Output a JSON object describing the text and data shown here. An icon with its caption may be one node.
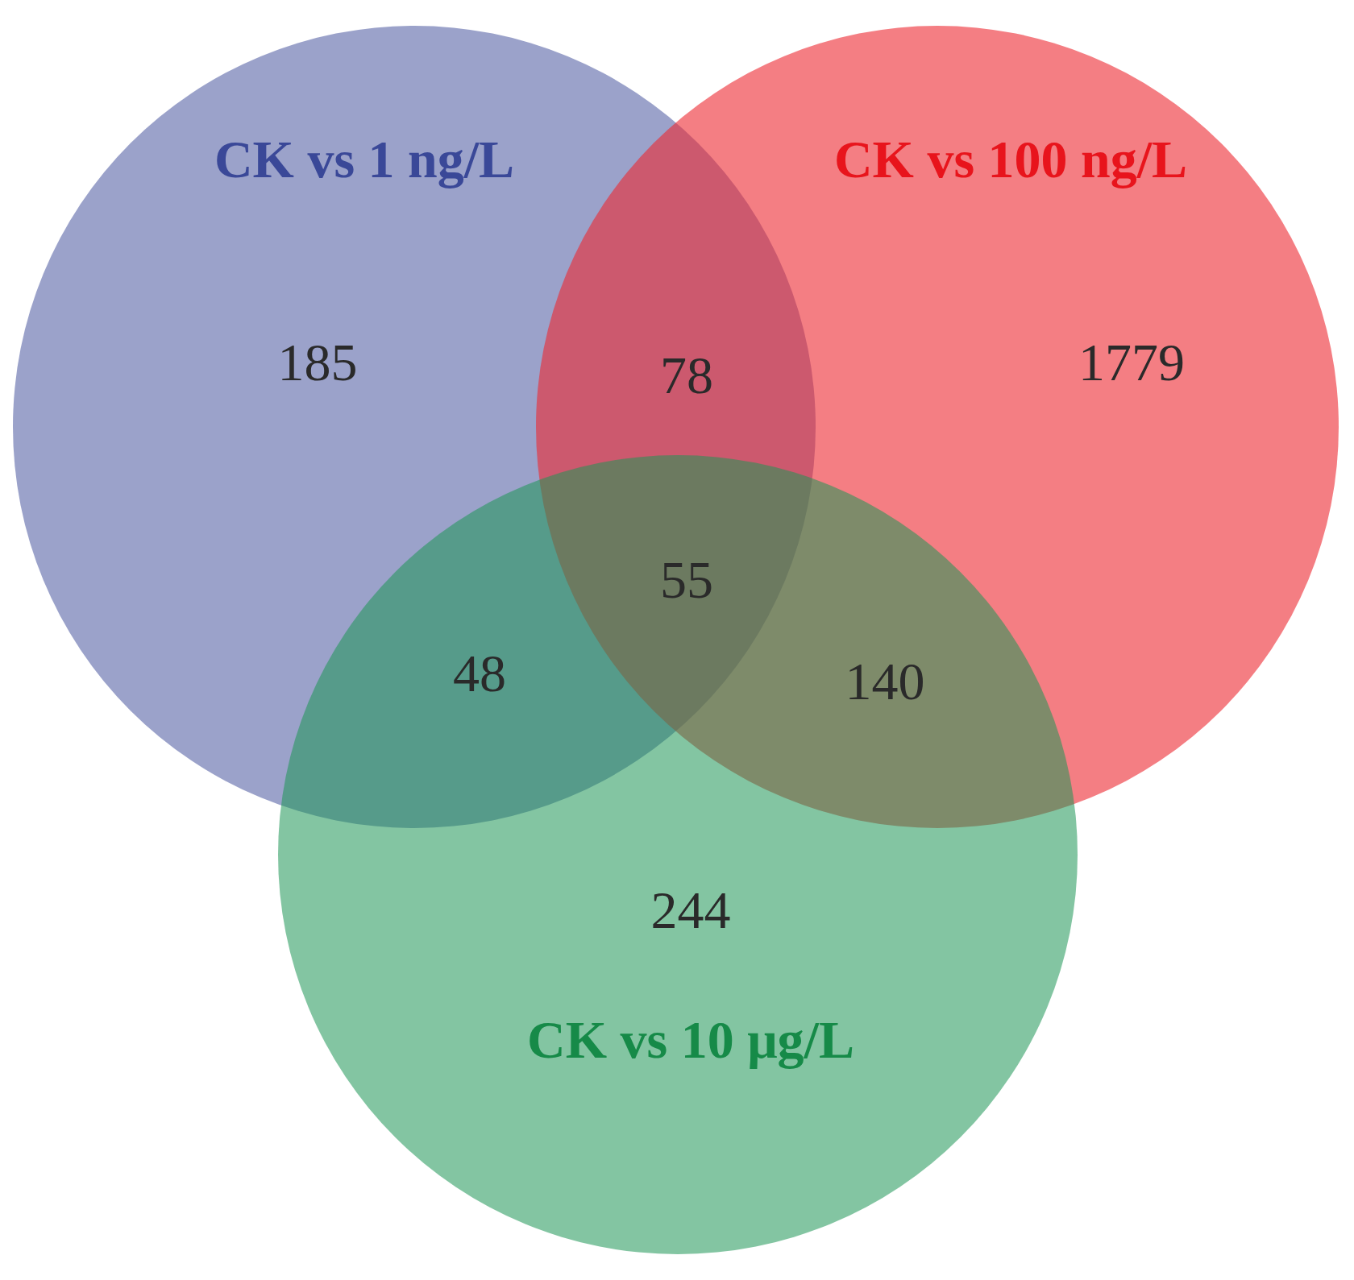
{
  "diagram": {
    "nodes": [
      {
        "text": [
          "CK vs 1 ng/L"
        ]
      },
      {
        "text": [
          "CK vs 100 ng/L"
        ]
      },
      {
        "text": [
          "CK vs 10 μg/L"
        ]
      }
    ],
    "labels": [
      "185",
      "78",
      "1779",
      "55",
      "48",
      "140",
      "244"
    ]
  }
}
